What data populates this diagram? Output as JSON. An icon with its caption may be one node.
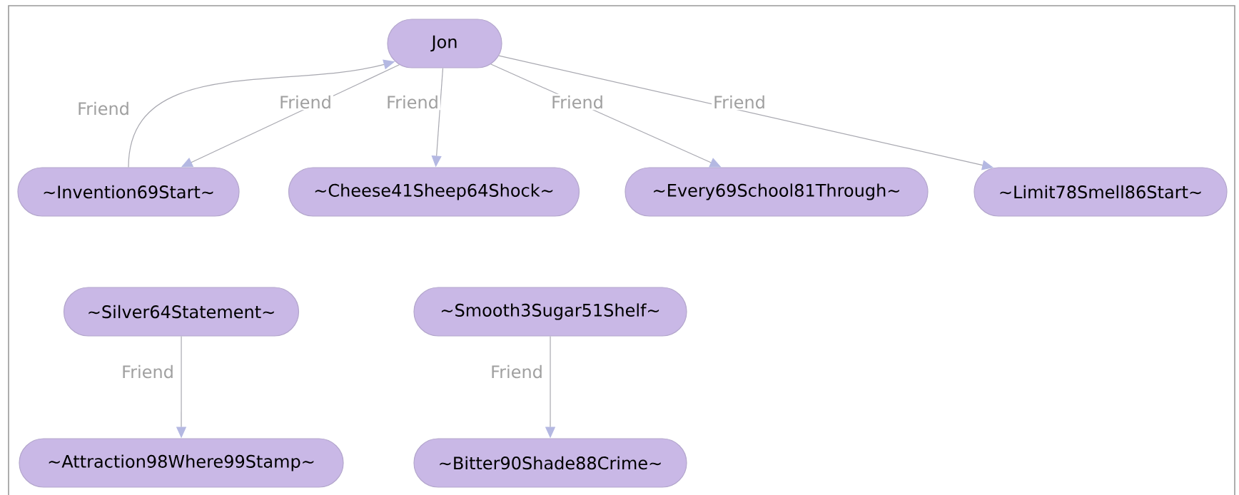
{
  "diagram": {
    "nodes": [
      {
        "text": [
          "Jon"
        ]
      },
      {
        "text": [
          "~Invention69Start~"
        ]
      },
      {
        "text": [
          "~Cheese41Sheep64Shock~"
        ]
      },
      {
        "text": [
          "~Every69School81Through~"
        ]
      },
      {
        "text": [
          "~Limit78Smell86Start~"
        ]
      },
      {
        "text": [
          "~Silver64Statement~"
        ]
      },
      {
        "text": [
          "~Smooth3Sugar51Shelf~"
        ]
      },
      {
        "text": [
          "~Attraction98Where99Stamp~"
        ]
      },
      {
        "text": [
          "~Bitter90Shade88Crime~"
        ]
      }
    ],
    "edges": [
      {
        "from": 1,
        "to": 0,
        "arrow": "to",
        "label": "Friend"
      },
      {
        "from": 0,
        "to": 1,
        "arrow": "to",
        "label": "Friend"
      },
      {
        "from": 0,
        "to": 2,
        "arrow": "to",
        "label": "Friend"
      },
      {
        "from": 0,
        "to": 3,
        "arrow": "to",
        "label": "Friend"
      },
      {
        "from": 0,
        "to": 4,
        "arrow": "to",
        "label": "Friend"
      },
      {
        "from": 5,
        "to": 7,
        "arrow": "to",
        "label": "Friend"
      },
      {
        "from": 6,
        "to": 8,
        "arrow": "to",
        "label": "Friend"
      }
    ]
  }
}
